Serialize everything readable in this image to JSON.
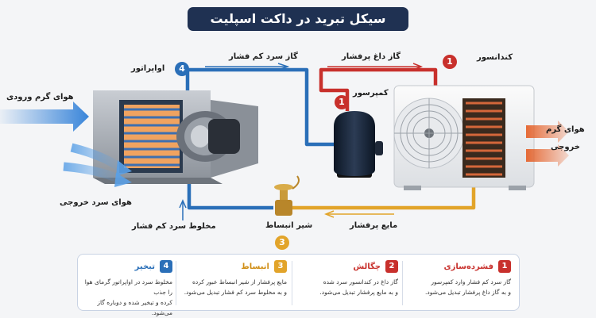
{
  "title": "سیکل تبرید در داکت اسپلیت",
  "colors": {
    "title_bg": "#1f3152",
    "red": "#c8302c",
    "blue": "#2a6fb8",
    "gold": "#e2a42a",
    "orange": "#e5632c"
  },
  "labels": {
    "condenser": "کندانسور",
    "compressor": "کمپرسور",
    "evaporator": "اواپراتور",
    "expansion_valve": "شیر انبساط",
    "hot_gas_high_pressure": "گاز داغ پرفشار",
    "cold_gas_low_pressure": "گاز سرد کم فشار",
    "liquid_high_pressure": "مایع پرفشار",
    "cold_mix_low_pressure": "مخلوط سرد کم فشار",
    "hot_air_in": "هوای گرم ورودی",
    "cold_air_out": "هوای سرد خروجی",
    "hot_air_out_line1": "هوای گرم",
    "hot_air_out_line2": "خروجی"
  },
  "badges": {
    "condenser": "1",
    "compressor": "1",
    "evaporator": "4",
    "expansion_valve": "3"
  },
  "steps": [
    {
      "num": "1",
      "title": "فشرده‌سازی",
      "line1": "گاز سرد کم فشار وارد کمپرسور",
      "line2": "و به گاز داغ پرفشار تبدیل می‌شود."
    },
    {
      "num": "2",
      "title": "چگالش",
      "line1": "گاز داغ در کندانسور سرد شده",
      "line2": "و به مایع پرفشار تبدیل می‌شود."
    },
    {
      "num": "3",
      "title": "انبساط",
      "line1": "مایع پرفشار از شیر انبساط عبور کرده",
      "line2": "و به مخلوط سرد کم فشار تبدیل می‌شود."
    },
    {
      "num": "4",
      "title": "تبخیر",
      "line1": "مخلوط سرد در اواپراتور گرمای هوا را جذب",
      "line2": "کرده و تبخیر شده و دوباره گاز می‌شود."
    }
  ]
}
